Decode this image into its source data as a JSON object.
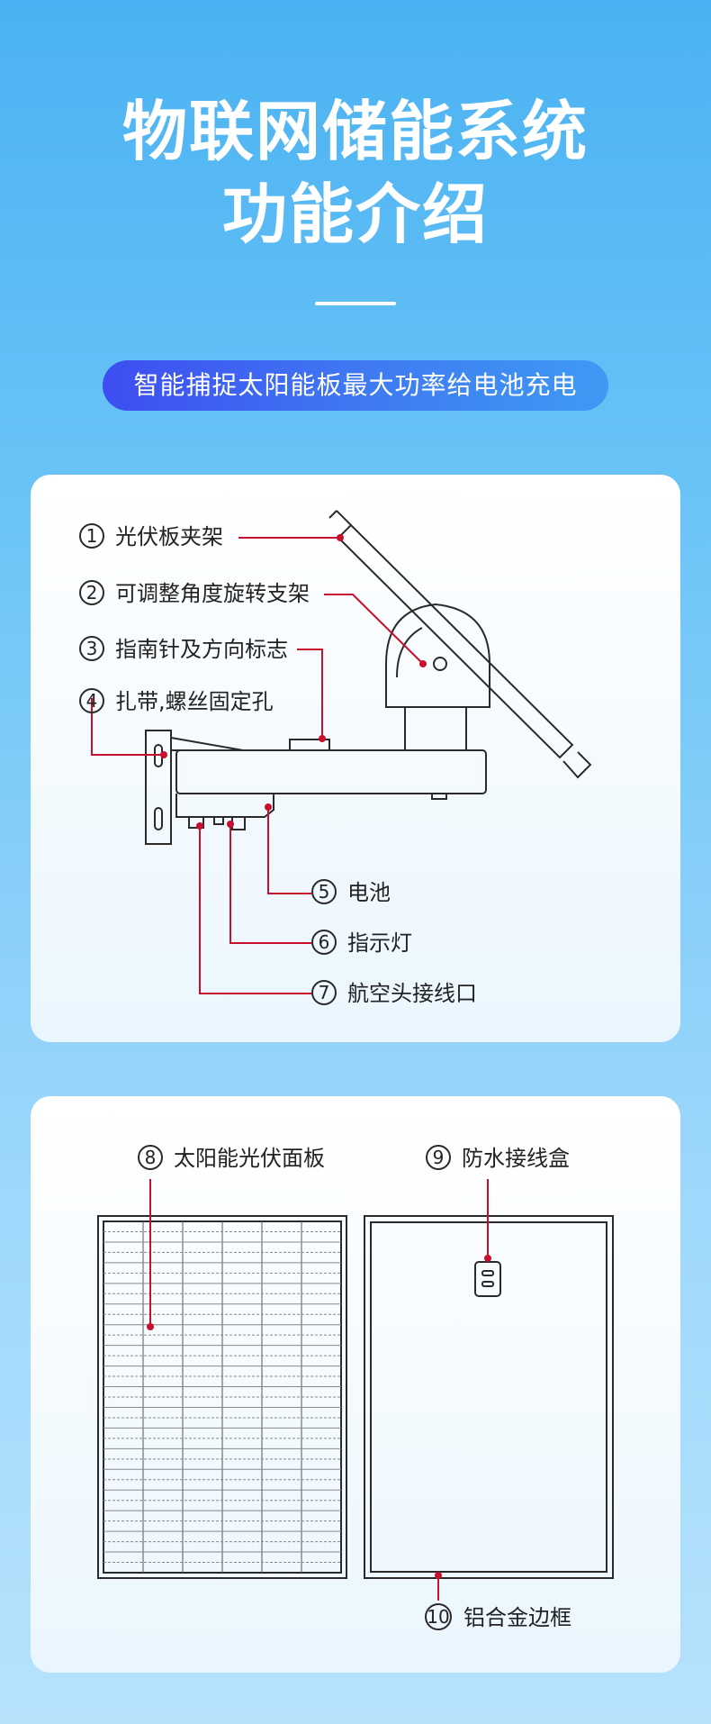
{
  "header": {
    "title_line1": "物联网储能系统",
    "title_line2": "功能介绍",
    "subtitle": "智能捕捉太阳能板最大功率给电池充电"
  },
  "colors": {
    "background_top": "#4ab2f2",
    "background_bottom": "#b6e2fc",
    "pill_start": "#3d4df0",
    "pill_end": "#3f9af3",
    "callout_red": "#c8102e",
    "outline": "#2a2a2a"
  },
  "bracket_diagram": {
    "labels": [
      {
        "num": "1",
        "text": "光伏板夹架"
      },
      {
        "num": "2",
        "text": "可调整角度旋转支架"
      },
      {
        "num": "3",
        "text": "指南针及方向标志"
      },
      {
        "num": "4",
        "text": "扎带,螺丝固定孔"
      },
      {
        "num": "5",
        "text": "电池"
      },
      {
        "num": "6",
        "text": "指示灯"
      },
      {
        "num": "7",
        "text": "航空头接线口"
      }
    ]
  },
  "panel_diagram": {
    "labels": [
      {
        "num": "8",
        "text": "太阳能光伏面板"
      },
      {
        "num": "9",
        "text": "防水接线盒"
      },
      {
        "num": "10",
        "text": "铝合金边框"
      }
    ]
  }
}
